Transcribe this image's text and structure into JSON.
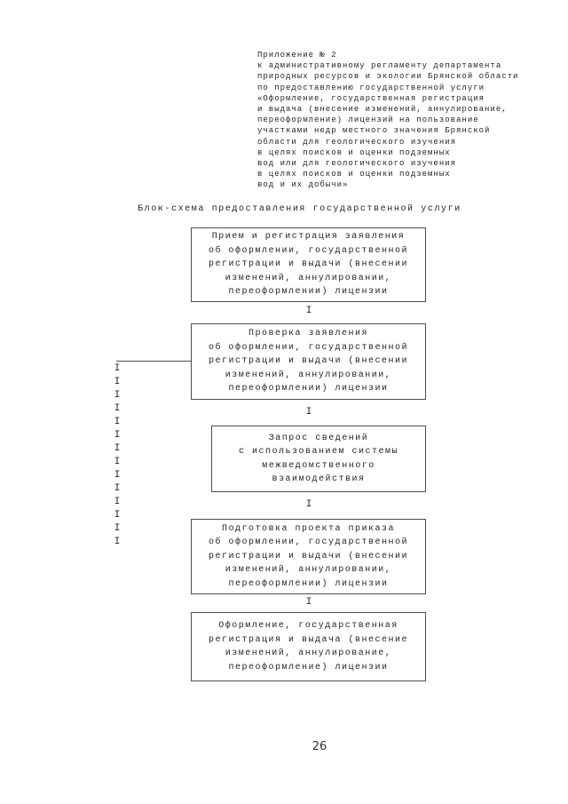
{
  "document": {
    "header_text": "Приложение № 2\nк административному регламенту департамента\nприродных ресурсов и экологии Брянской области\nпо предоставлению государственной услуги\n«Оформление, государственная регистрация\nи выдача (внесение изменений, аннулирование,\nпереоформление) лицензий на пользование\nучастками недр местного значения Брянской\nобласти для геологического изучения\nв целях поисков и оценки подземных\nвод или для геологического изучения\nв целях поисков и оценки подземных\nвод и их добычи»",
    "title": "Блок-схема предоставления государственной услуги",
    "page_number": "26"
  },
  "flowchart": {
    "arrow_glyph": "I",
    "loop_column_text": "I\nI\nI\nI\nI\nI\nI\nI\nI\nI\nI\nI\nI\nI",
    "boxes": [
      {
        "text": "Прием и регистрация заявления\nоб оформлении, государственной\nрегистрации и выдачи (внесении\nизменений, аннулировании,\nпереоформлении) лицензии"
      },
      {
        "text": "Проверка заявления\nоб оформлении, государственной\nрегистрации и выдачи (внесении\nизменений, аннулировании,\nпереоформлении) лицензии"
      },
      {
        "text": "Запрос сведений\nс использованием системы\nмежведомственного\nвзаимодействия"
      },
      {
        "text": "Подготовка проекта приказа\nоб оформлении, государственной\nрегистрации и выдачи (внесении\nизменений, аннулировании,\nпереоформлении) лицензии"
      },
      {
        "text": "Оформление, государственная\nрегистрация и выдача (внесение\nизменений, аннулирование,\nпереоформление) лицензии"
      }
    ]
  }
}
